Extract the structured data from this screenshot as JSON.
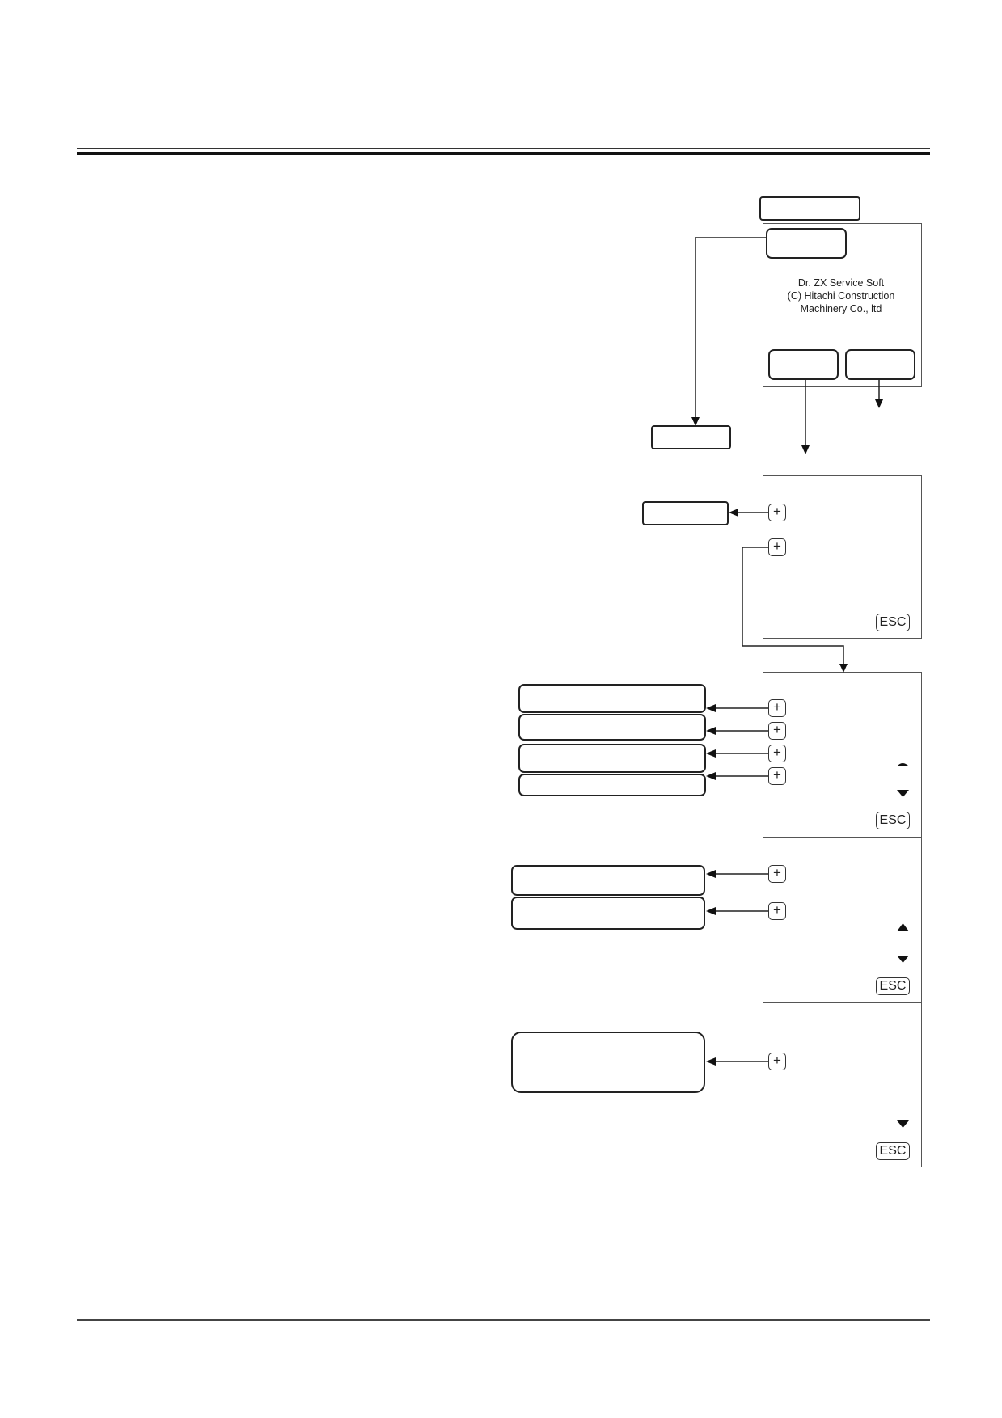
{
  "splash": {
    "line1": "Dr. ZX Service Soft",
    "line2": "(C) Hitachi Construction",
    "line3": "Machinery Co., ltd"
  },
  "buttons": {
    "plus_symbol": "+",
    "esc_label": "ESC"
  },
  "icons": {
    "plus_button": "plus-icon",
    "scroll_up": "triangle-up-icon",
    "scroll_down": "triangle-down-icon"
  }
}
